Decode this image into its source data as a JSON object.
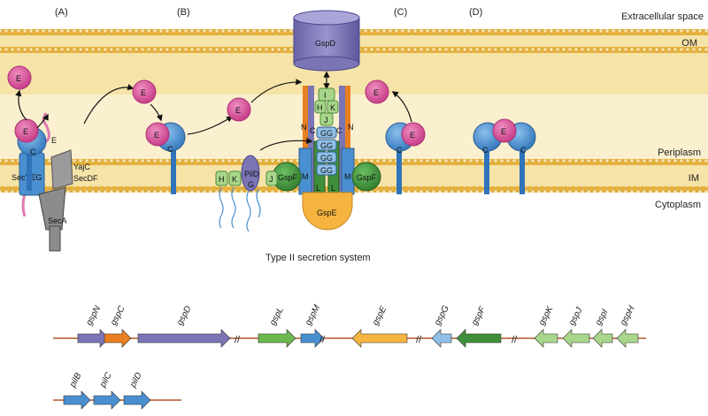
{
  "panels": {
    "a": "(A)",
    "b": "(B)",
    "c": "(C)",
    "d": "(D)"
  },
  "regions": {
    "extracellular": "Extracellular space",
    "om": "OM",
    "periplasm": "Periplasm",
    "im": "IM",
    "cytoplasm": "Cytoplasm"
  },
  "labels": {
    "e": "E",
    "c": "C",
    "secyeg": "SecYEG",
    "yajc": "YajC",
    "secdf": "SecDF",
    "seca": "SecA",
    "gspd": "GspD",
    "gspe": "GspE",
    "gspf": "GspF",
    "m": "M",
    "n": "N",
    "l": "L",
    "g": "G",
    "h": "H",
    "k": "K",
    "i": "I",
    "j": "J",
    "pild": "PilD"
  },
  "caption": "Type II secretion system",
  "operon1": [
    "gspN",
    "gspC",
    "gspD",
    "gspL",
    "gspM",
    "gspE",
    "gspG",
    "gspF",
    "gspK",
    "gspJ",
    "gspI",
    "gspH"
  ],
  "operon2": [
    "pilB",
    "pilC",
    "pilD"
  ],
  "colors": {
    "membrane": "#f5e3a8",
    "lipid_head": "#e8b23a",
    "enzyme": "#d9559a",
    "protein_c": "#4a8fd0",
    "gspd": "#7b75b5",
    "gspe": "#f5b440",
    "gspf": "#3f8f3a",
    "light_green": "#a8d68b",
    "orange": "#e87f20",
    "axis_line": "#b5562a"
  }
}
